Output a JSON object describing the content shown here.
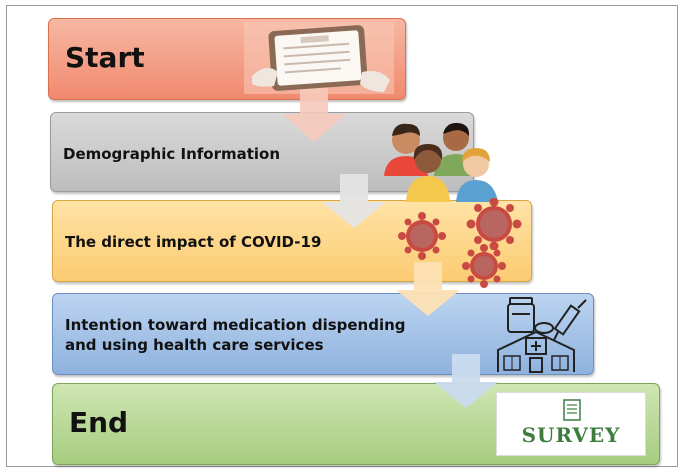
{
  "steps": {
    "start": "Start",
    "demographic": "Demographic Information",
    "impact": "The direct impact of COVID-19",
    "intention_line1": "Intention toward medication dispending",
    "intention_line2": "and using health care services",
    "end": "End"
  },
  "survey_label": "SURVEY",
  "icons": [
    "tablet-form-icon",
    "people-group-icon",
    "virus-icon",
    "medicine-icon",
    "syringe-icon",
    "hospital-icon",
    "document-icon"
  ],
  "colors": {
    "start": "#f08a6f",
    "demographic": "#bdbdbd",
    "impact": "#fbcb72",
    "intention": "#8fb2de",
    "end": "#a6cc80",
    "survey_text": "#3c7d3e"
  }
}
